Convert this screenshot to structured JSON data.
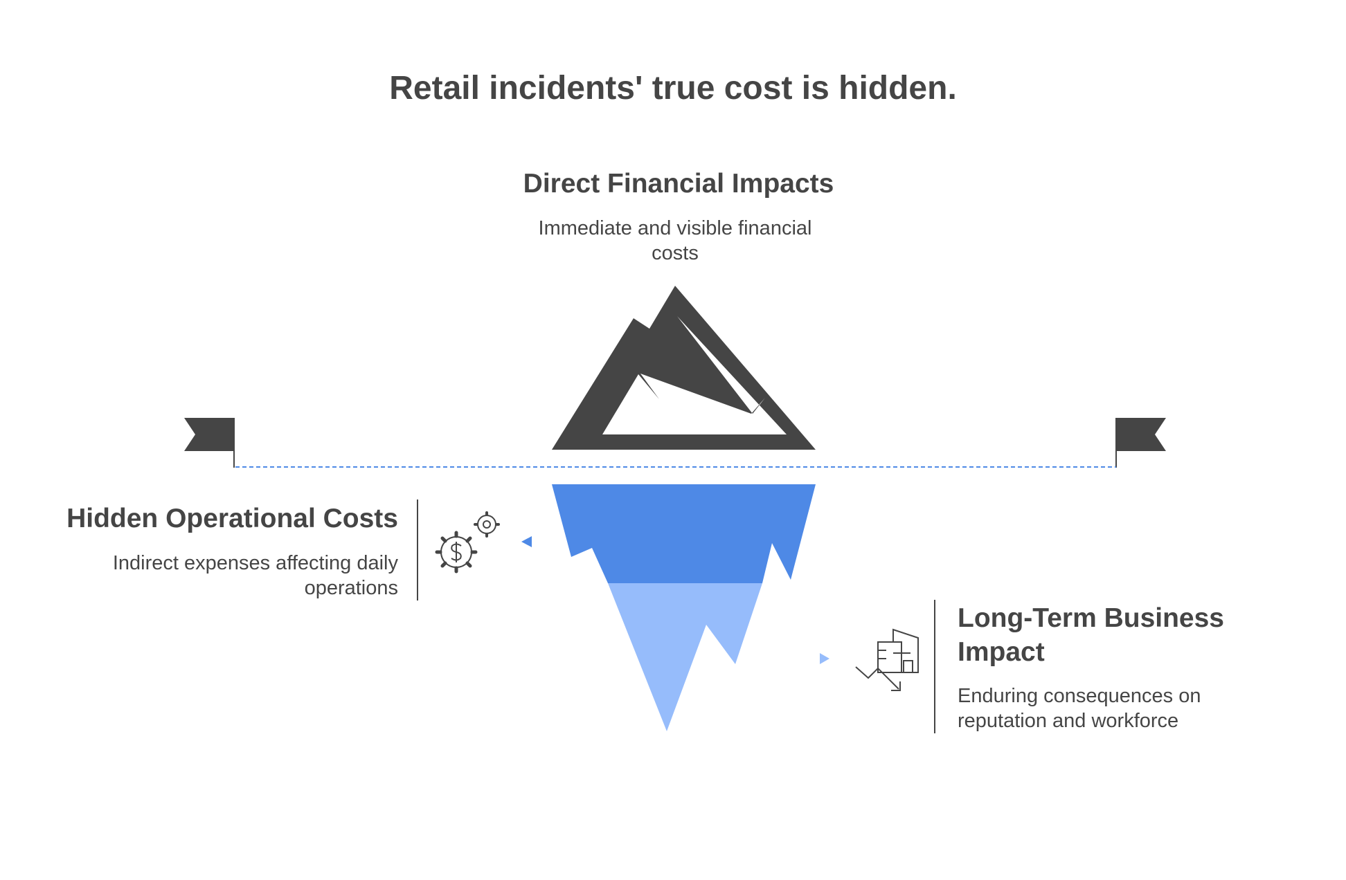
{
  "title": "Retail incidents' true cost is hidden.",
  "colors": {
    "dark": "#454545",
    "mid_blue": "#4E89E6",
    "light_blue": "#96BCFB",
    "waterline": "#4E89E6",
    "background": "#ffffff"
  },
  "sections": {
    "top": {
      "heading": "Direct Financial Impacts",
      "description": "Immediate and visible financial costs"
    },
    "middle": {
      "heading": "Hidden Operational Costs",
      "description": "Indirect expenses affecting daily operations",
      "icon": "gear-dollar-icon"
    },
    "bottom": {
      "heading": "Long-Term Business Impact",
      "description": "Enduring consequences on reputation and workforce",
      "icon": "building-decline-icon"
    }
  }
}
